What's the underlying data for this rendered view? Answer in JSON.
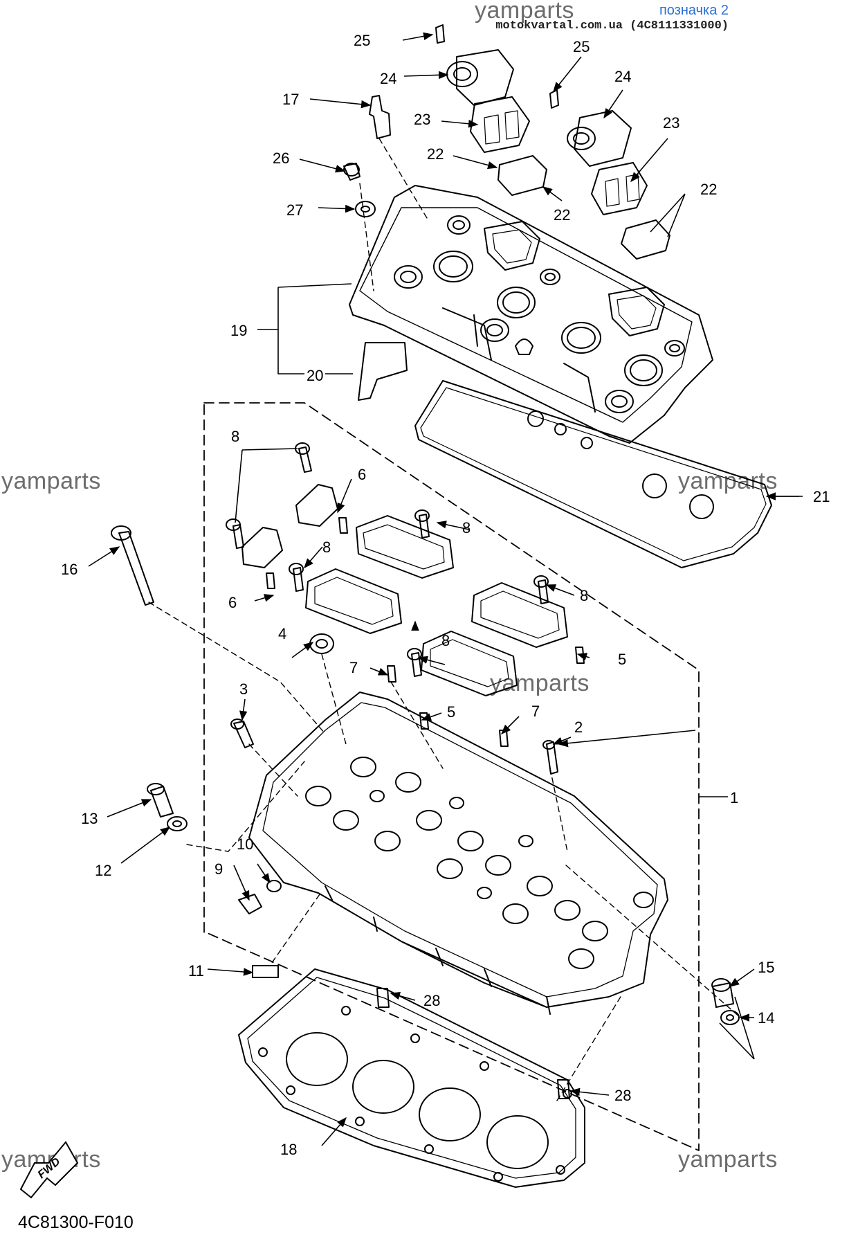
{
  "watermarks": [
    "yamparts",
    "yamparts",
    "yamparts",
    "yamparts",
    "yamparts",
    "yamparts"
  ],
  "header_tag": {
    "label": "позначка 2",
    "site": "motokvartal.com.ua (4C8111331000)"
  },
  "diagram_code": "4C81300-F010",
  "fwd_label": "FWD",
  "callouts": {
    "c1": "1",
    "c2": "2",
    "c3": "3",
    "c4": "4",
    "c5a": "5",
    "c5b": "5",
    "c6a": "6",
    "c6b": "6",
    "c7a": "7",
    "c7b": "7",
    "c8a": "8",
    "c8b": "8",
    "c8c": "8",
    "c8d": "8",
    "c8e": "8",
    "c9": "9",
    "c10": "10",
    "c11": "11",
    "c12": "12",
    "c13": "13",
    "c14": "14",
    "c15": "15",
    "c16": "16",
    "c17": "17",
    "c18": "18",
    "c19": "19",
    "c20": "20",
    "c21": "21",
    "c22a": "22",
    "c22b": "22",
    "c22c": "22",
    "c23a": "23",
    "c23b": "23",
    "c24a": "24",
    "c24b": "24",
    "c25a": "25",
    "c25b": "25",
    "c26": "26",
    "c27": "27",
    "c28a": "28",
    "c28b": "28"
  }
}
